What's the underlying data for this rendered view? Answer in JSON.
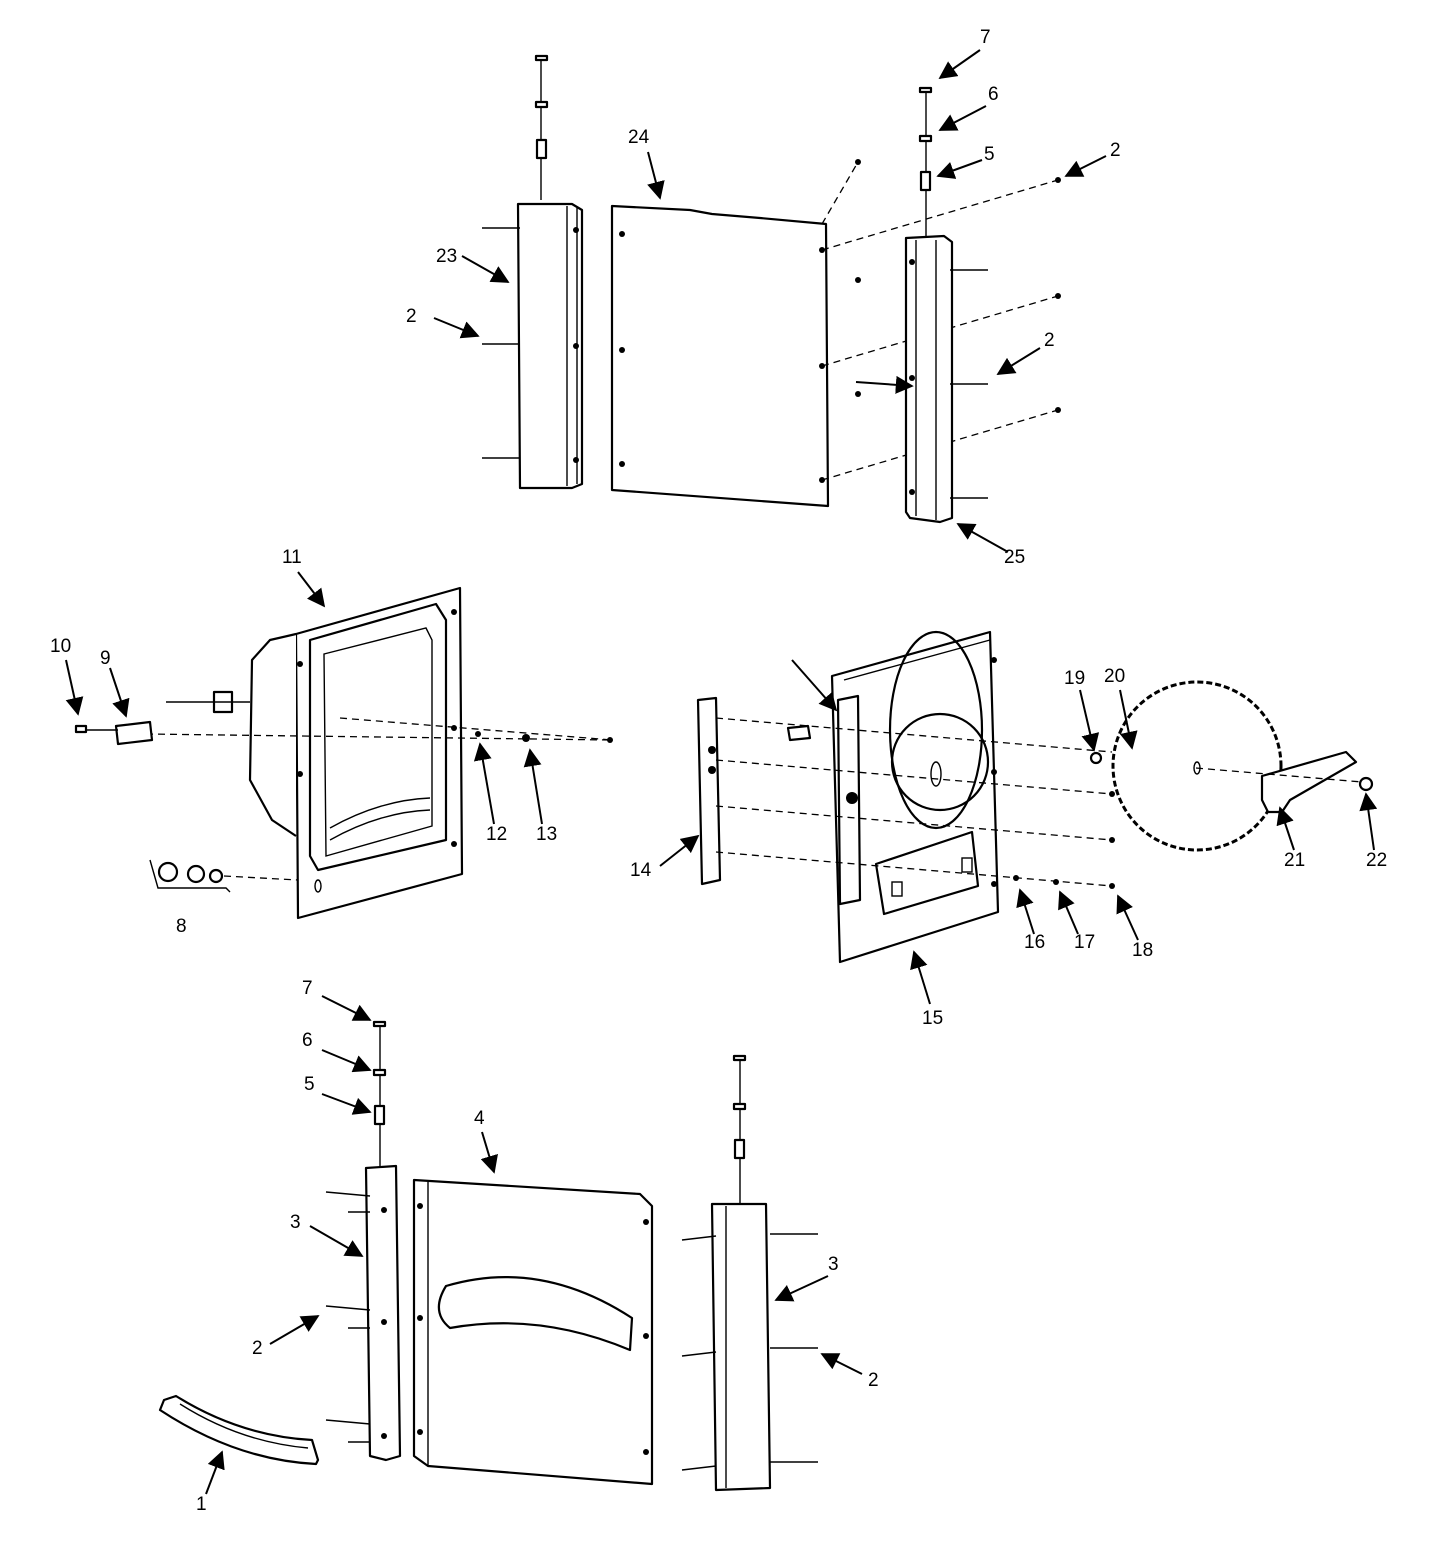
{
  "callouts": [
    {
      "id": "c7a",
      "text": "7"
    },
    {
      "id": "c6a",
      "text": "6"
    },
    {
      "id": "c5a",
      "text": "5"
    },
    {
      "id": "c2a",
      "text": "2"
    },
    {
      "id": "c24",
      "text": "24"
    },
    {
      "id": "c23",
      "text": "23"
    },
    {
      "id": "c2b",
      "text": "2"
    },
    {
      "id": "c2c",
      "text": "2"
    },
    {
      "id": "c25",
      "text": "25"
    },
    {
      "id": "c11",
      "text": "11"
    },
    {
      "id": "c10",
      "text": "10"
    },
    {
      "id": "c9",
      "text": "9"
    },
    {
      "id": "c12",
      "text": "12"
    },
    {
      "id": "c13",
      "text": "13"
    },
    {
      "id": "c8",
      "text": "8"
    },
    {
      "id": "c19",
      "text": "19"
    },
    {
      "id": "c20",
      "text": "20"
    },
    {
      "id": "c14",
      "text": "14"
    },
    {
      "id": "c21",
      "text": "21"
    },
    {
      "id": "c22",
      "text": "22"
    },
    {
      "id": "c16",
      "text": "16"
    },
    {
      "id": "c17",
      "text": "17"
    },
    {
      "id": "c18",
      "text": "18"
    },
    {
      "id": "c15",
      "text": "15"
    },
    {
      "id": "c7b",
      "text": "7"
    },
    {
      "id": "c6b",
      "text": "6"
    },
    {
      "id": "c5b",
      "text": "5"
    },
    {
      "id": "c4",
      "text": "4"
    },
    {
      "id": "c3a",
      "text": "3"
    },
    {
      "id": "c3b",
      "text": "3"
    },
    {
      "id": "c2d",
      "text": "2"
    },
    {
      "id": "c2e",
      "text": "2"
    },
    {
      "id": "c1",
      "text": "1"
    }
  ]
}
